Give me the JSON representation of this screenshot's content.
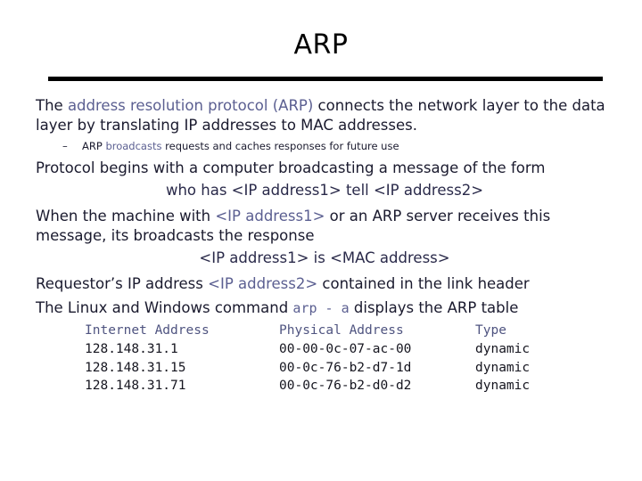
{
  "slide": {
    "title": "ARP",
    "paragraphs": {
      "p1_a": "The ",
      "p1_b": "address resolution protocol",
      "p1_c": " ",
      "p1_d": "(ARP)",
      "p1_e": " connects the network layer to the data layer by translating IP addresses to MAC addresses.",
      "sub_dash": "–",
      "sub_a": "ARP ",
      "sub_b": "broadcasts",
      "sub_c": " requests and caches responses for future use",
      "p2": "Protocol begins with a computer broadcasting a message of the form",
      "centered1": "who has <IP address1> tell <IP address2>",
      "p3_a": "When the machine with ",
      "p3_b": "<IP address1>",
      "p3_c": " or an ARP server receives this message, its broadcasts the response",
      "centered2": "<IP address1> is <MAC address>",
      "p4_a": "Requestor’s IP address ",
      "p4_b": "<IP address2>",
      "p4_c": "  contained in the link header",
      "p5_a": "The Linux and Windows command ",
      "p5_b": "arp - a",
      "p5_c": " displays the ARP table"
    },
    "table": {
      "headers": [
        "Internet Address",
        "Physical Address",
        "Type"
      ],
      "rows": [
        [
          "128.148.31.1",
          "00-00-0c-07-ac-00",
          "dynamic"
        ],
        [
          "128.148.31.15",
          "00-0c-76-b2-d7-1d",
          "dynamic"
        ],
        [
          "128.148.31.71",
          "00-0c-76-b2-d0-d2",
          "dynamic"
        ]
      ]
    },
    "colors": {
      "accent": "#5b5f91",
      "body": "#1a1a2e",
      "navy": "#2a2a4a",
      "rule": "#000000",
      "background": "#ffffff"
    }
  }
}
